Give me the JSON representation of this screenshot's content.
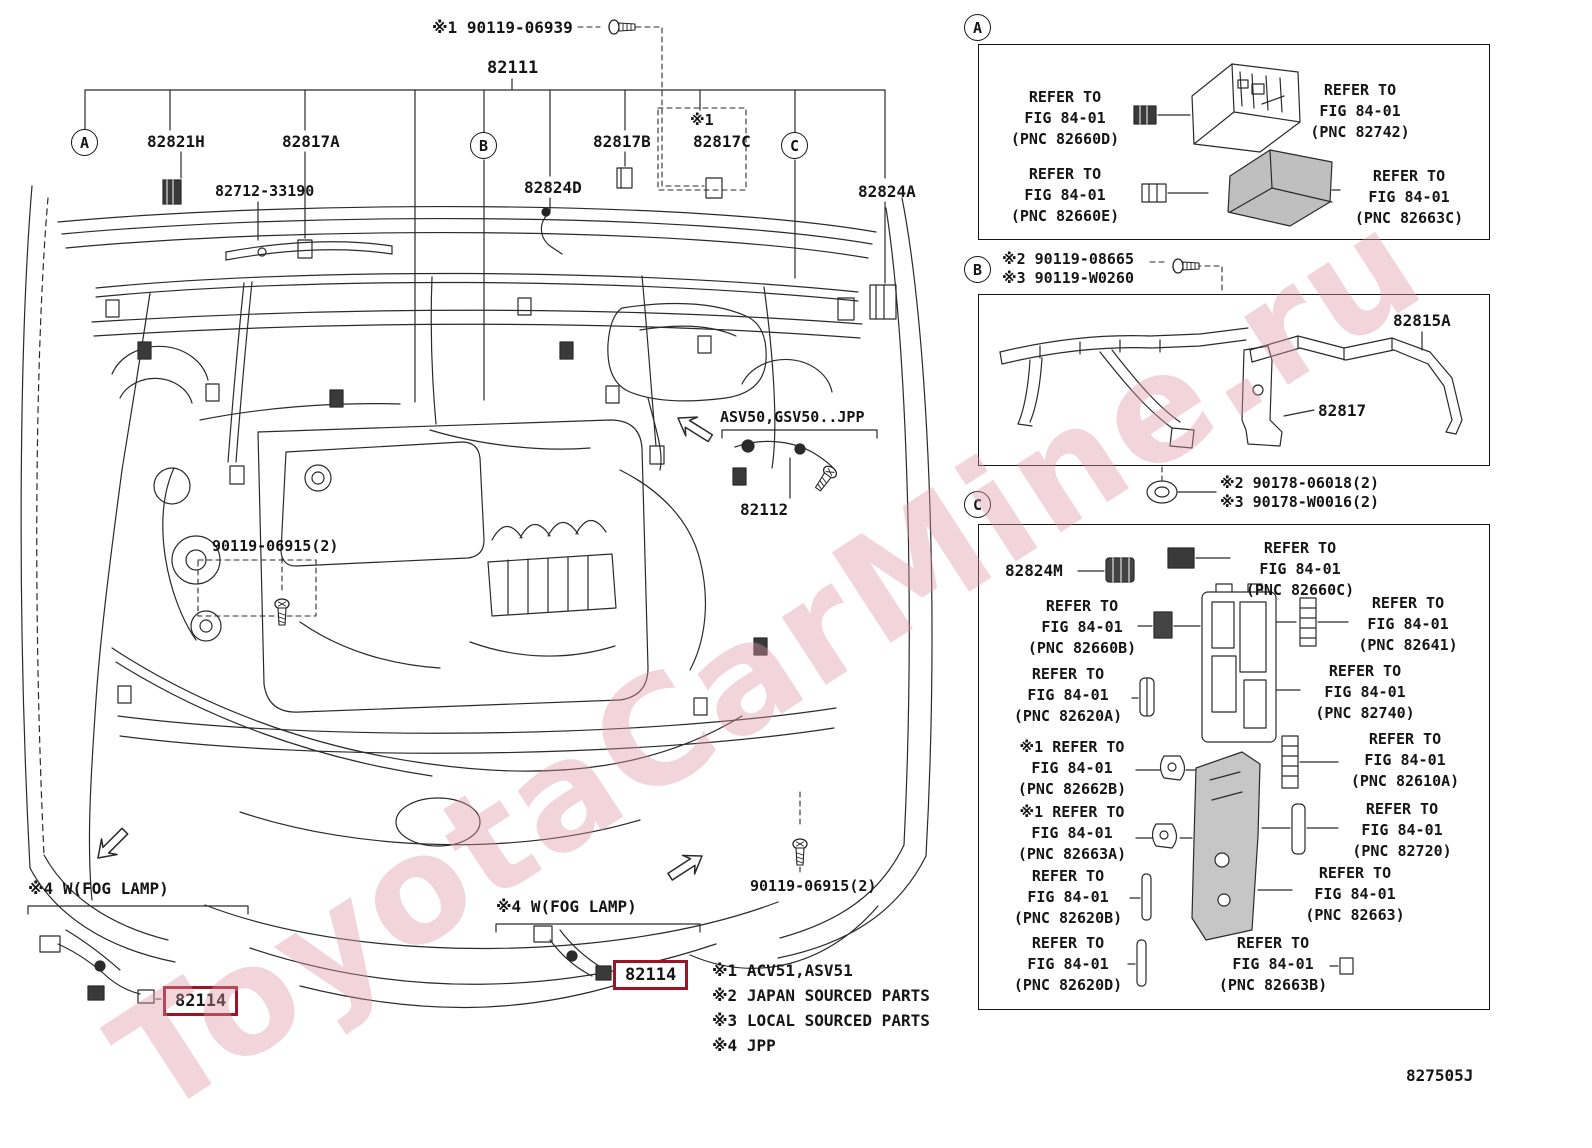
{
  "watermark": "ToyotaCarMine.ru",
  "doc_code": "827505J",
  "callouts": {
    "a": "A",
    "b": "B",
    "c": "C"
  },
  "diagram": {
    "top_screw_label": "※1 90119-06939",
    "part_82111": "82111",
    "part_82821h": "82821H",
    "part_82817a": "82817A",
    "part_82712": "82712-33190",
    "part_82824d": "82824D",
    "part_82817b": "82817B",
    "note_82817c": "※1",
    "part_82817c": "82817C",
    "part_82824a": "82824A",
    "variant_label": "ASV50,GSV50..JPP",
    "part_82112": "82112",
    "bolt_mid": "90119-06915(2)",
    "bolt_right": "90119-06915(2)",
    "fog_left": "※4 W(FOG LAMP)",
    "fog_mid": "※4 W(FOG LAMP)",
    "part_82114_left": "82114",
    "part_82114_mid": "82114"
  },
  "notes": [
    "※1 ACV51,ASV51",
    "※2 JAPAN SOURCED PARTS",
    "※3 LOCAL SOURCED PARTS",
    "※4 JPP"
  ],
  "panel_a": {
    "ref_82660d": [
      "REFER TO",
      "FIG 84-01",
      "(PNC 82660D)"
    ],
    "ref_82742": [
      "REFER TO",
      "FIG 84-01",
      "(PNC 82742)"
    ],
    "ref_82660e": [
      "REFER TO",
      "FIG 84-01",
      "(PNC 82660E)"
    ],
    "ref_82663c": [
      "REFER TO",
      "FIG 84-01",
      "(PNC 82663C)"
    ]
  },
  "panel_b": {
    "screw_line1": "※2 90119-08665",
    "screw_line2": "※3 90119-W0260",
    "part_82815a": "82815A",
    "part_82817": "82817",
    "grommet_line1": "※2 90178-06018(2)",
    "grommet_line2": "※3 90178-W0016(2)"
  },
  "panel_c": {
    "part_82824m": "82824M",
    "ref_82660c": [
      "REFER TO",
      "FIG 84-01",
      "(PNC 82660C)"
    ],
    "ref_82660b": [
      "REFER TO",
      "FIG 84-01",
      "(PNC 82660B)"
    ],
    "ref_82641": [
      "REFER TO",
      "FIG 84-01",
      "(PNC 82641)"
    ],
    "ref_82620a": [
      "REFER TO",
      "FIG 84-01",
      "(PNC 82620A)"
    ],
    "ref_82740": [
      "REFER TO",
      "FIG 84-01",
      "(PNC 82740)"
    ],
    "ref_82662b": [
      "※1 REFER TO",
      "FIG 84-01",
      "(PNC 82662B)"
    ],
    "ref_82610a": [
      "REFER TO",
      "FIG 84-01",
      "(PNC 82610A)"
    ],
    "ref_82663a": [
      "※1 REFER TO",
      "FIG 84-01",
      "(PNC 82663A)"
    ],
    "ref_82720": [
      "REFER TO",
      "FIG 84-01",
      "(PNC 82720)"
    ],
    "ref_82620b": [
      "REFER TO",
      "FIG 84-01",
      "(PNC 82620B)"
    ],
    "ref_82663": [
      "REFER TO",
      "FIG 84-01",
      "(PNC 82663)"
    ],
    "ref_82620d": [
      "REFER TO",
      "FIG 84-01",
      "(PNC 82620D)"
    ],
    "ref_82663b": [
      "REFER TO",
      "FIG 84-01",
      "(PNC 82663B)"
    ]
  }
}
